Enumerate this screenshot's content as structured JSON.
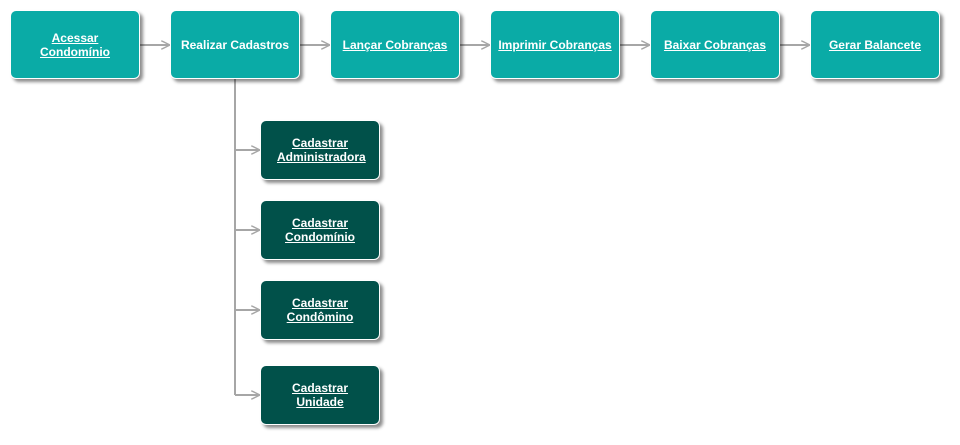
{
  "colors": {
    "primary_node": "#0aaba6",
    "secondary_node": "#01514a",
    "connector": "#a6a6a6",
    "text": "#ffffff"
  },
  "steps": [
    {
      "label": "Acessar Condomínio",
      "link": true
    },
    {
      "label": "Realizar Cadastros",
      "link": false
    },
    {
      "label": "Lançar Cobranças",
      "link": true
    },
    {
      "label": "Imprimir Cobranças",
      "link": true
    },
    {
      "label": "Baixar Cobranças",
      "link": true
    },
    {
      "label": "Gerar Balancete",
      "link": true
    }
  ],
  "cadastros": [
    {
      "label": "Cadastrar Administradora"
    },
    {
      "label": "Cadastrar Condomínio"
    },
    {
      "label": "Cadastrar Condômino"
    },
    {
      "label": "Cadastrar Unidade"
    }
  ]
}
